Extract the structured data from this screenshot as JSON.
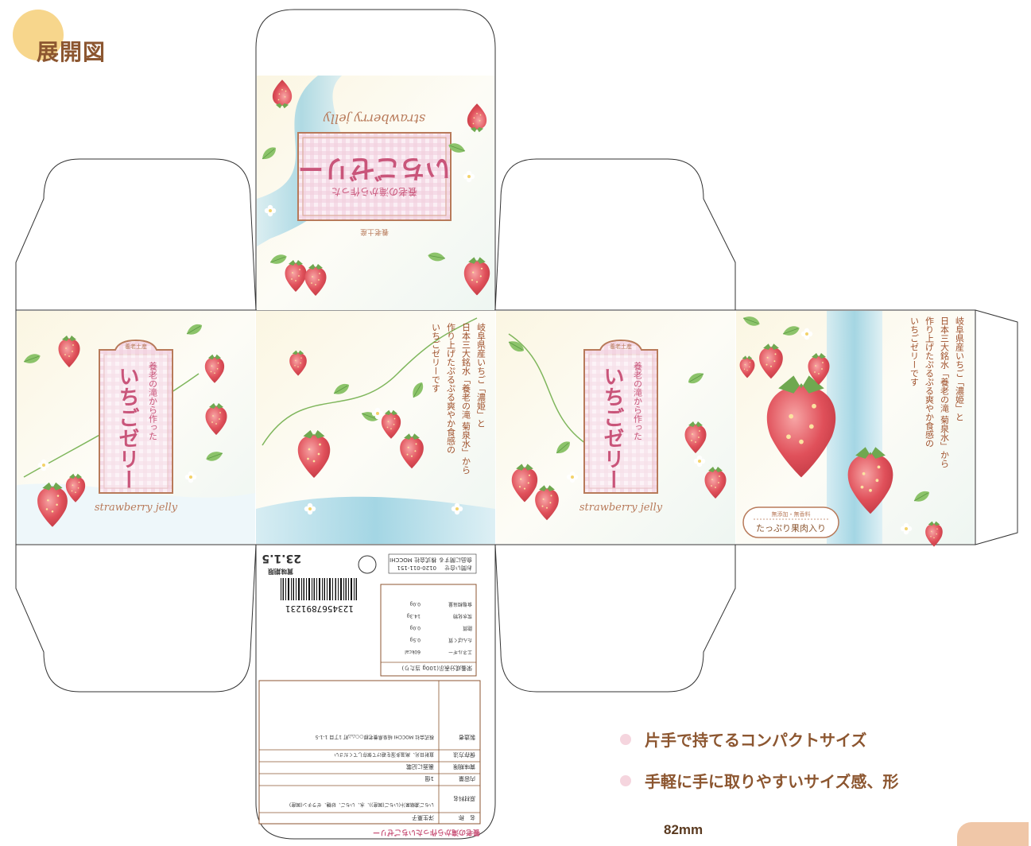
{
  "title": "展開図",
  "brand_colors": {
    "accent": "#8c5630",
    "circle": "#f7d68c",
    "bullet_dot": "#f5d5de",
    "pink": "#c9557a",
    "water": "#8fcde0"
  },
  "panel": {
    "tag": "養老土産",
    "subtitle": "養老の滝から作った",
    "name": "いちごゼリー",
    "english": "strawberry jelly"
  },
  "description": {
    "lines": [
      "岐阜県産いちご「濃姫」と",
      "日本三大銘水「養老の滝 菊泉水」から",
      "作り上げたぷるぷる爽やか食感の",
      "いちごゼリーです"
    ]
  },
  "badge": {
    "small": "無添加・無香料",
    "main": "たっぷり果肉入り"
  },
  "label": {
    "heading": "養老の滝から作ったいちごゼリー",
    "rows": [
      {
        "k": "名　称",
        "v": "洋生菓子"
      },
      {
        "k": "原材料名",
        "v": "いちご濃縮果汁(いちご(国産))、水、いちご、砂糖、ゼラチン(国産)"
      },
      {
        "k": "内容量",
        "v": "1個"
      },
      {
        "k": "賞味期限",
        "v": "裏面に記載"
      },
      {
        "k": "保存方法",
        "v": "直射日光、高温多湿を避けて保存してください"
      },
      {
        "k": "製造者",
        "v": "株式会社 MOCCHI 岐阜県養老郡○○△△町 1丁目 1-1-5"
      }
    ],
    "nutrition_title": "栄養成分表示(100g 当たり)",
    "nutrition": [
      {
        "k": "エネルギー",
        "v": "60kcal"
      },
      {
        "k": "たんぱく質",
        "v": "0.5g"
      },
      {
        "k": "脂質",
        "v": "0.0g"
      },
      {
        "k": "炭水化物",
        "v": "14.3g"
      },
      {
        "k": "食塩相当量",
        "v": "0.0g"
      }
    ],
    "contact1": "お問い合せ",
    "contact2": "0120-011-151",
    "contact3": "食品に関する",
    "contact4": "株式会社 MOCCHI",
    "barcode": "1234567891231",
    "expiry_label": "賞味期限",
    "expiry": "23.1.5"
  },
  "bullets": [
    "片手で持てるコンパクトサイズ",
    "手軽に手に取りやすいサイズ感、形"
  ],
  "dimension": "82mm"
}
